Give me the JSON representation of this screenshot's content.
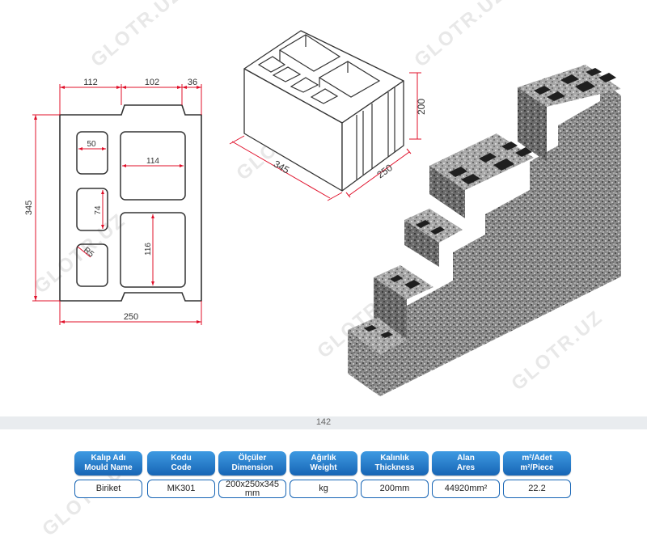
{
  "watermark": "GLOTR.UZ",
  "plan_view": {
    "top_widths": [
      "112",
      "102",
      "36"
    ],
    "height": "345",
    "small_hole_width": "50",
    "large_hole_width": "114",
    "small_hole_height": "74",
    "large_hole_height": "116",
    "corner_radius": "R5",
    "bottom_width": "250"
  },
  "iso_view": {
    "height": "200",
    "length": "345",
    "width": "250"
  },
  "page_number": "142",
  "table": {
    "columns": [
      {
        "tr": "Kalıp Adı",
        "en": "Mould Name",
        "value": "Biriket"
      },
      {
        "tr": "Kodu",
        "en": "Code",
        "value": "MK301"
      },
      {
        "tr": "Ölçüler",
        "en": "Dimension",
        "value": "200x250x345 mm"
      },
      {
        "tr": "Ağırlık",
        "en": "Weight",
        "value": "kg"
      },
      {
        "tr": "Kalınlık",
        "en": "Thickness",
        "value": "200mm"
      },
      {
        "tr": "Alan",
        "en": "Ares",
        "value": "44920mm²"
      },
      {
        "tr": "m²/Adet",
        "en": "m²/Piece",
        "value": "22.2"
      }
    ]
  }
}
